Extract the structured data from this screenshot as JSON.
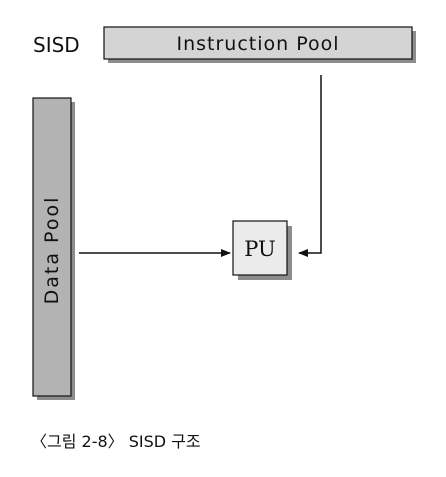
{
  "diagram": {
    "mode_label": "SISD",
    "instruction_pool_label": "Instruction Pool",
    "data_pool_label": "Data Pool",
    "processing_unit_label": "PU",
    "caption": "〈그림 2-8〉 SISD 구조"
  },
  "colors": {
    "pool_fill": "#d4d4d4",
    "data_pool_fill": "#b3b3b3",
    "pu_fill": "#ebebeb",
    "shadow": "#8c8c8c",
    "stroke": "#111111",
    "text": "#111111"
  }
}
